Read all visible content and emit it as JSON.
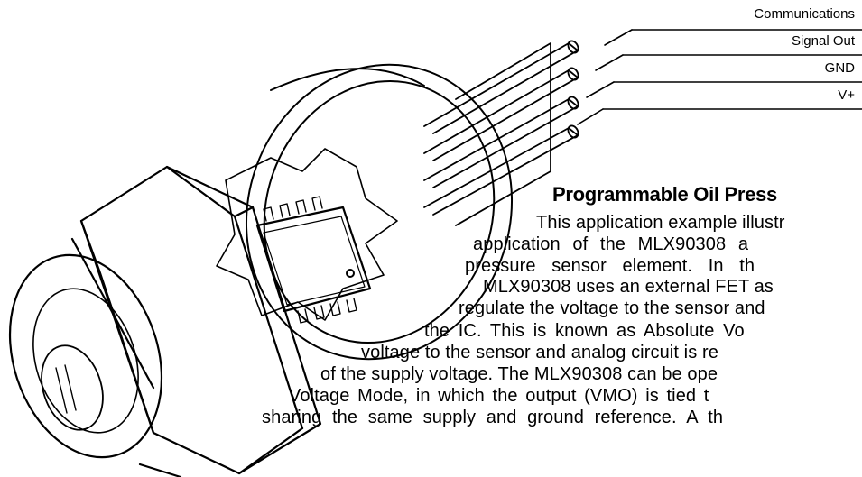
{
  "labels": {
    "communications": "Communications",
    "signal_out": "Signal Out",
    "gnd": "GND",
    "v_plus": "V+"
  },
  "title": "Programmable Oil Press",
  "body_lines": [
    "This application example illustr",
    "application of the MLX90308 a",
    "pressure sensor element. In th",
    "MLX90308 uses an external FET as",
    "regulate the voltage to the sensor and",
    "the IC. This is known as Absolute Vo",
    "voltage to the sensor and analog circuit is re",
    "of the supply voltage. The MLX90308 can be ope",
    "Voltage Mode, in which the output (VMO) is tied t",
    "sharing the same supply and ground reference. A th"
  ]
}
